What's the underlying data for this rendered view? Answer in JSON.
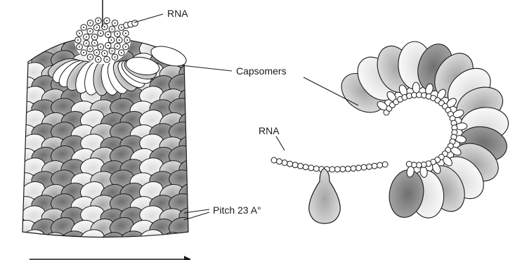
{
  "labels": {
    "rna_top": "RNA",
    "capsomers": "Capsomers",
    "rna_right": "RNA",
    "pitch": "Pitch 23 A°"
  },
  "colors": {
    "ink": "#1a1a1a",
    "dark_subunit": "#8f8f8f",
    "light_subunit": "#f6f6f6",
    "mid_subunit": "#c2c2c2"
  }
}
